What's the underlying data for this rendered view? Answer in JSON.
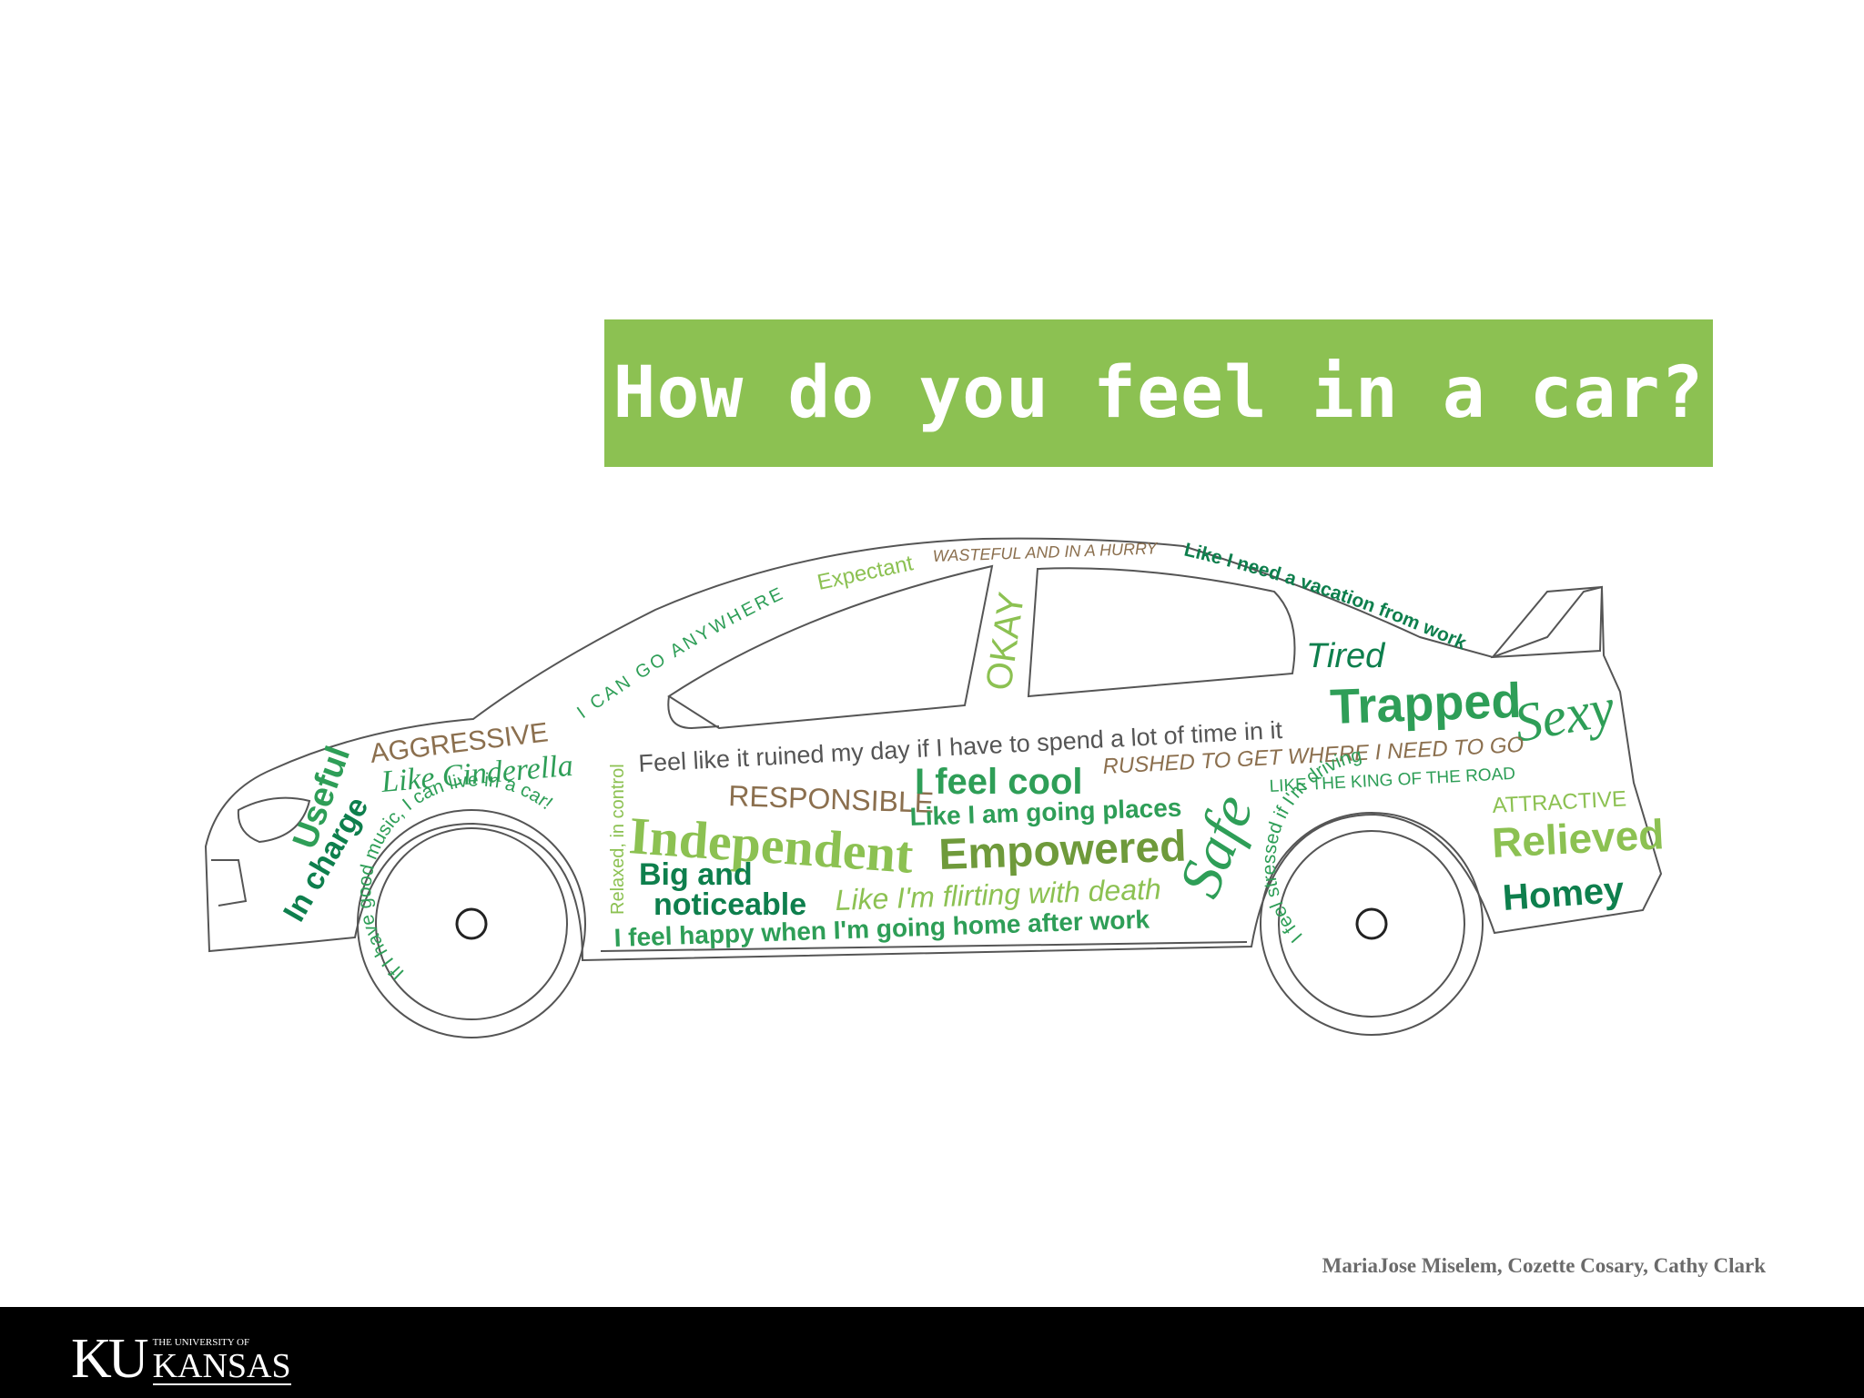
{
  "title": "How do you feel in a car?",
  "colors": {
    "banner": "#8cc152",
    "dark_green": "#0e7f4d",
    "mid_green": "#2e9e57",
    "light_green": "#8cc152",
    "olive": "#6f9a3b",
    "brown": "#8b6f4e",
    "outline": "#555555"
  },
  "words": {
    "i_can_go_anywhere": "I CAN GO ANYWHERE",
    "expectant": "Expectant",
    "wasteful": "WASTEFUL AND IN A HURRY",
    "vacation": "Like I need a vacation from work",
    "okay": "OKAY",
    "tired": "Tired",
    "trapped": "Trapped",
    "sexy": "Sexy",
    "aggressive": "AGGRESSIVE",
    "cinderella": "Like Cinderella",
    "useful": "Useful",
    "in_charge": "In charge",
    "relaxed": "Relaxed, in control",
    "ruined": "Feel like it ruined my day if I have to spend a lot of time in it",
    "rushed": "RUSHED TO GET WHERE I NEED TO GO",
    "king": "LIKE THE KING OF THE ROAD",
    "attractive": "ATTRACTIVE",
    "responsible": "RESPONSIBLE",
    "cool": "I feel cool",
    "going_places": "Like I am going places",
    "independent": "Independent",
    "empowered": "Empowered",
    "safe": "Safe",
    "relieved": "Relieved",
    "homey": "Homey",
    "big_and": "Big and",
    "noticeable": "noticeable",
    "flirting": "Like I'm flirting with death",
    "happy": "I feel happy when I'm going home after work",
    "music": "If I have good music, I can live in a car!",
    "stressed": "I feel stressed if I'm driving"
  },
  "credits": "MariaJose Miselem, Cozette Cosary, Cathy Clark",
  "footer": {
    "logo_ku": "KU",
    "logo_university": "THE UNIVERSITY OF",
    "logo_kansas": "KANSAS"
  }
}
